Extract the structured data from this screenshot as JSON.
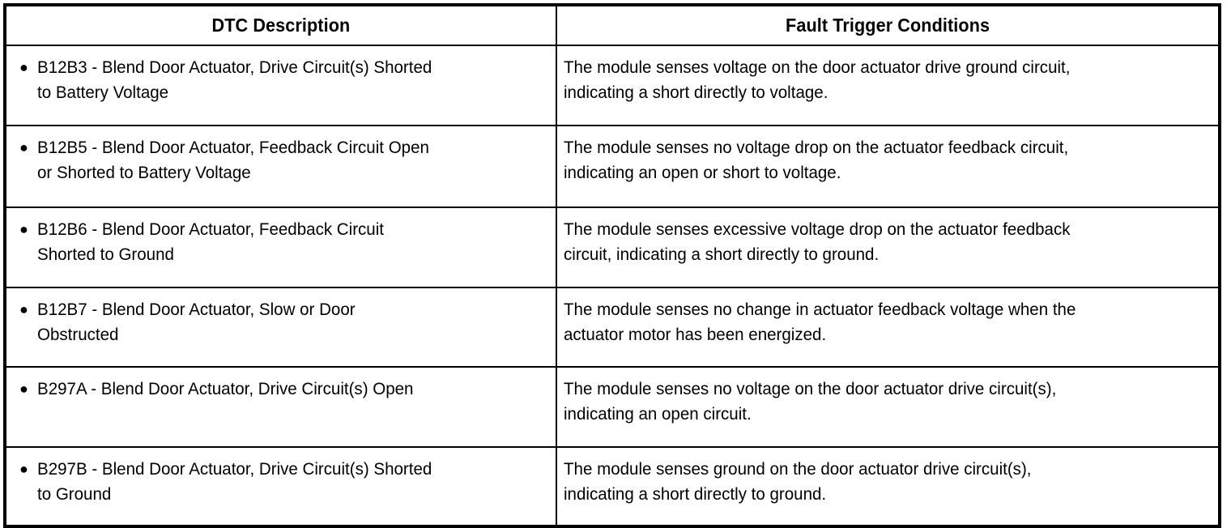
{
  "table": {
    "headers": [
      "DTC Description",
      "Fault Trigger Conditions"
    ],
    "bullet_glyph": "●",
    "rows": [
      {
        "dtc": "B12B3 - Blend Door Actuator, Drive Circuit(s) Shorted\nto Battery Voltage",
        "condition": "The module senses voltage on the door actuator drive ground circuit,\nindicating a short directly to voltage."
      },
      {
        "dtc": "B12B5 - Blend Door Actuator, Feedback Circuit Open\nor Shorted to Battery Voltage",
        "condition": "The module senses no voltage drop on the actuator feedback circuit,\nindicating an open or short to voltage."
      },
      {
        "dtc": "B12B6 - Blend Door Actuator, Feedback Circuit\nShorted to Ground",
        "condition": "The module senses excessive voltage drop on the actuator feedback\ncircuit, indicating a short directly to ground."
      },
      {
        "dtc": "B12B7 - Blend Door Actuator, Slow or Door\nObstructed",
        "condition": "The module senses no change in actuator feedback voltage when the\nactuator motor has been energized."
      },
      {
        "dtc": "B297A - Blend Door Actuator, Drive Circuit(s) Open",
        "condition": "The module senses no voltage on the door actuator drive circuit(s),\nindicating an open circuit."
      },
      {
        "dtc": "B297B - Blend Door Actuator, Drive Circuit(s) Shorted\nto Ground",
        "condition": "The module senses ground on the door actuator drive circuit(s),\nindicating a short directly to ground."
      }
    ]
  },
  "colors": {
    "border": "#000000",
    "text": "#000000",
    "background": "#ffffff"
  }
}
